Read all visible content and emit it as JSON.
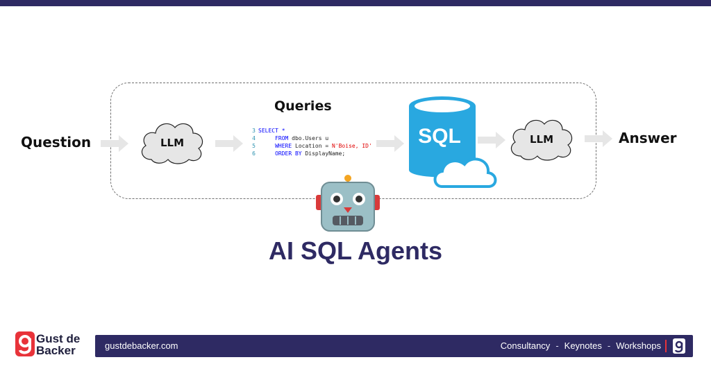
{
  "diagram": {
    "question_label": "Question",
    "answer_label": "Answer",
    "queries_label": "Queries",
    "llm_left_label": "LLM",
    "llm_right_label": "LLM",
    "database_label": "SQL",
    "code": {
      "line_numbers": [
        "3",
        "4",
        "5",
        "6"
      ],
      "line1_keyword": "SELECT *",
      "line2_keyword": "FROM",
      "line2_text": " dbo.Users u",
      "line3_keyword": "WHERE",
      "line3_text": " Location = ",
      "line3_string": "N'Boise, ID'",
      "line4_keyword": "ORDER BY",
      "line4_text": " DisplayName;"
    },
    "title": "AI SQL Agents",
    "robot_icon": "robot-face-icon",
    "database_icon": "sql-cloud-database-icon"
  },
  "footer": {
    "brand_line1": "Gust de",
    "brand_line2": "Backer",
    "url": "gustdebacker.com",
    "link1": "Consultancy",
    "link2": "Keynotes",
    "link3": "Workshops",
    "separator": "-"
  },
  "colors": {
    "navy": "#2e2a63",
    "brand_red": "#e8333a",
    "sql_blue": "#29a8e0",
    "cloud_fill": "#e6e6e6",
    "arrow_gray": "#e6e6e6"
  }
}
